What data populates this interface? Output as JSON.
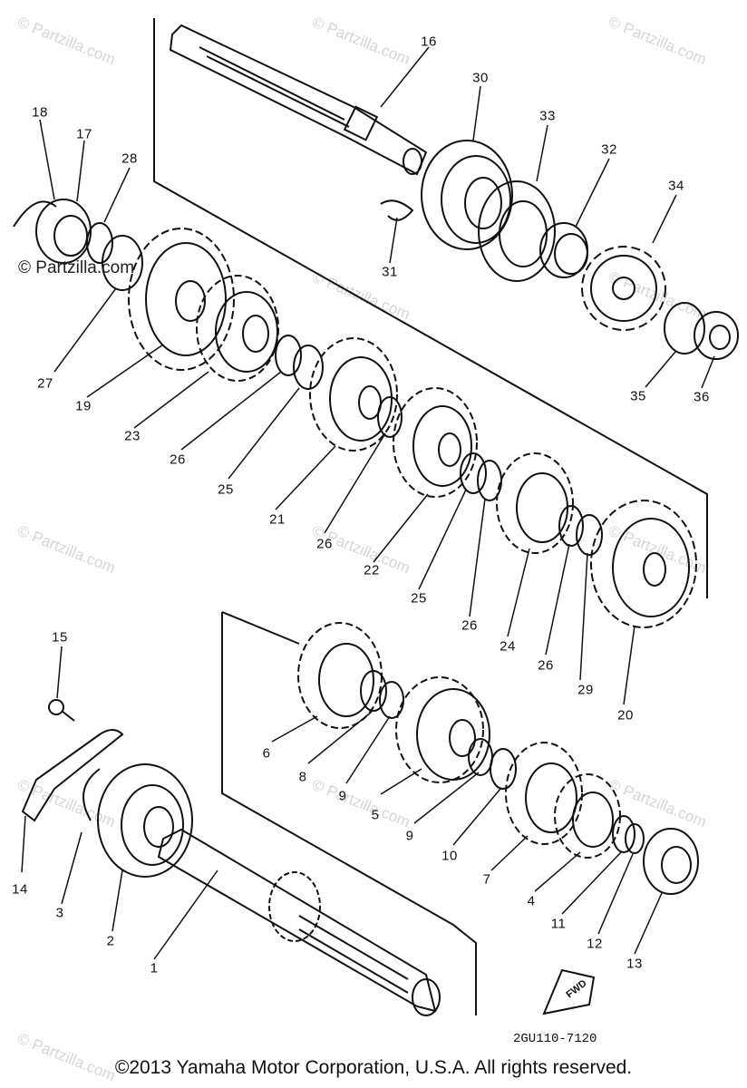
{
  "diagram": {
    "part_numbers": [
      "16",
      "30",
      "33",
      "32",
      "34",
      "18",
      "17",
      "28",
      "31",
      "27",
      "19",
      "23",
      "26",
      "25",
      "21",
      "26",
      "22",
      "25",
      "26",
      "24",
      "26",
      "29",
      "20",
      "35",
      "36",
      "15",
      "6",
      "8",
      "9",
      "5",
      "9",
      "10",
      "7",
      "4",
      "11",
      "12",
      "13",
      "14",
      "3",
      "2",
      "1"
    ],
    "watermarks": [
      "© Partzilla.com",
      "© Partzilla.com",
      "© Partzilla.com",
      "© Partzilla.com",
      "© Partzilla.com",
      "© Partzilla.com",
      "© Partzilla.com",
      "© Partzilla.com",
      "© Partzilla.com",
      "© Partzilla.com",
      "© Partzilla.com",
      "© Partzilla.com"
    ],
    "overlay_watermark": "© Partzilla.com",
    "fwd_label": "FWD",
    "drawing_code": "2GU110-7120",
    "copyright": "©2013 Yamaha Motor Corporation, U.S.A. All rights reserved."
  }
}
